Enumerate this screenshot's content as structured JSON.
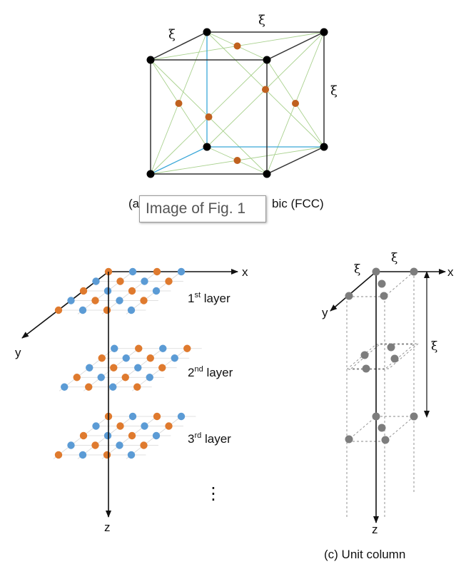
{
  "fig_a": {
    "caption_left": "(a",
    "caption_right": "bic (FCC)",
    "edge_label": "ξ"
  },
  "fig_b": {
    "axis_x": "x",
    "axis_y": "y",
    "axis_z": "z",
    "layers": [
      {
        "num": "1",
        "sup": "st",
        "word": " layer"
      },
      {
        "num": "2",
        "sup": "nd",
        "word": " layer"
      },
      {
        "num": "3",
        "sup": "rd",
        "word": " layer"
      }
    ],
    "continuation": "⋮"
  },
  "fig_c": {
    "axis_x": "x",
    "axis_y": "y",
    "axis_z": "z",
    "edge_label": "ξ",
    "caption": "(c) Unit column"
  },
  "tooltip": {
    "text": "Image of Fig. 1"
  },
  "colors": {
    "orange": "#df7a2e",
    "blue": "#5b9bd5",
    "gray": "#7d7d7d",
    "brown": "#c0611f",
    "green": "#a9d18e",
    "cyan": "#3aa7d8"
  }
}
